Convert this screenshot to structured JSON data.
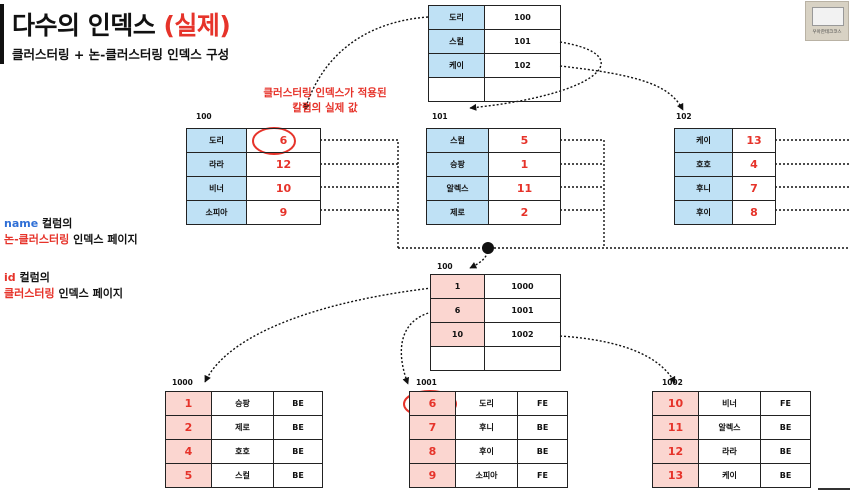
{
  "title": {
    "main": "다수의 인덱스",
    "accent": "(실제)"
  },
  "subtitle": "클러스터링 + 논-클러스터링 인덱스 구성",
  "callout": {
    "line1": "클러스터링 인덱스가 적용된",
    "line2": "칼럼의 실제 값"
  },
  "name_note": {
    "col": "name",
    "rest1": " 컬럼의",
    "kind": "논-클러스터링",
    "rest2": " 인덱스 페이지"
  },
  "id_note": {
    "col": "id",
    "rest1": " 컬럼의",
    "kind": "클러스터링",
    "rest2": " 인덱스 페이지"
  },
  "thumbnail": {
    "caption": "우아한테크코스"
  },
  "colors": {
    "accent": "#e6332a",
    "blue_cell": "#bfe1f5",
    "pink_cell": "#fbd6d0",
    "name_blue": "#2f6fd6"
  },
  "name_root": {
    "rows": [
      [
        "도리",
        "100"
      ],
      [
        "스컬",
        "101"
      ],
      [
        "케이",
        "102"
      ]
    ]
  },
  "name_leaves": [
    {
      "label": "100",
      "rows": [
        [
          "도리",
          "6"
        ],
        [
          "라라",
          "12"
        ],
        [
          "비너",
          "10"
        ],
        [
          "소피아",
          "9"
        ]
      ]
    },
    {
      "label": "101",
      "rows": [
        [
          "스컬",
          "5"
        ],
        [
          "승팡",
          "1"
        ],
        [
          "알렉스",
          "11"
        ],
        [
          "제로",
          "2"
        ]
      ]
    },
    {
      "label": "102",
      "rows": [
        [
          "케이",
          "13"
        ],
        [
          "호호",
          "4"
        ],
        [
          "후니",
          "7"
        ],
        [
          "후이",
          "8"
        ]
      ]
    }
  ],
  "id_root": {
    "label": "100",
    "rows": [
      [
        "1",
        "1000"
      ],
      [
        "6",
        "1001"
      ],
      [
        "10",
        "1002"
      ]
    ]
  },
  "id_leaves": [
    {
      "label": "1000",
      "rows": [
        [
          "1",
          "승팡",
          "BE"
        ],
        [
          "2",
          "제로",
          "BE"
        ],
        [
          "4",
          "호호",
          "BE"
        ],
        [
          "5",
          "스컬",
          "BE"
        ]
      ]
    },
    {
      "label": "1001",
      "rows": [
        [
          "6",
          "도리",
          "FE"
        ],
        [
          "7",
          "후니",
          "BE"
        ],
        [
          "8",
          "후이",
          "BE"
        ],
        [
          "9",
          "소피아",
          "FE"
        ]
      ]
    },
    {
      "label": "1002",
      "rows": [
        [
          "10",
          "비너",
          "FE"
        ],
        [
          "11",
          "알렉스",
          "BE"
        ],
        [
          "12",
          "라라",
          "BE"
        ],
        [
          "13",
          "케이",
          "BE"
        ]
      ]
    }
  ]
}
